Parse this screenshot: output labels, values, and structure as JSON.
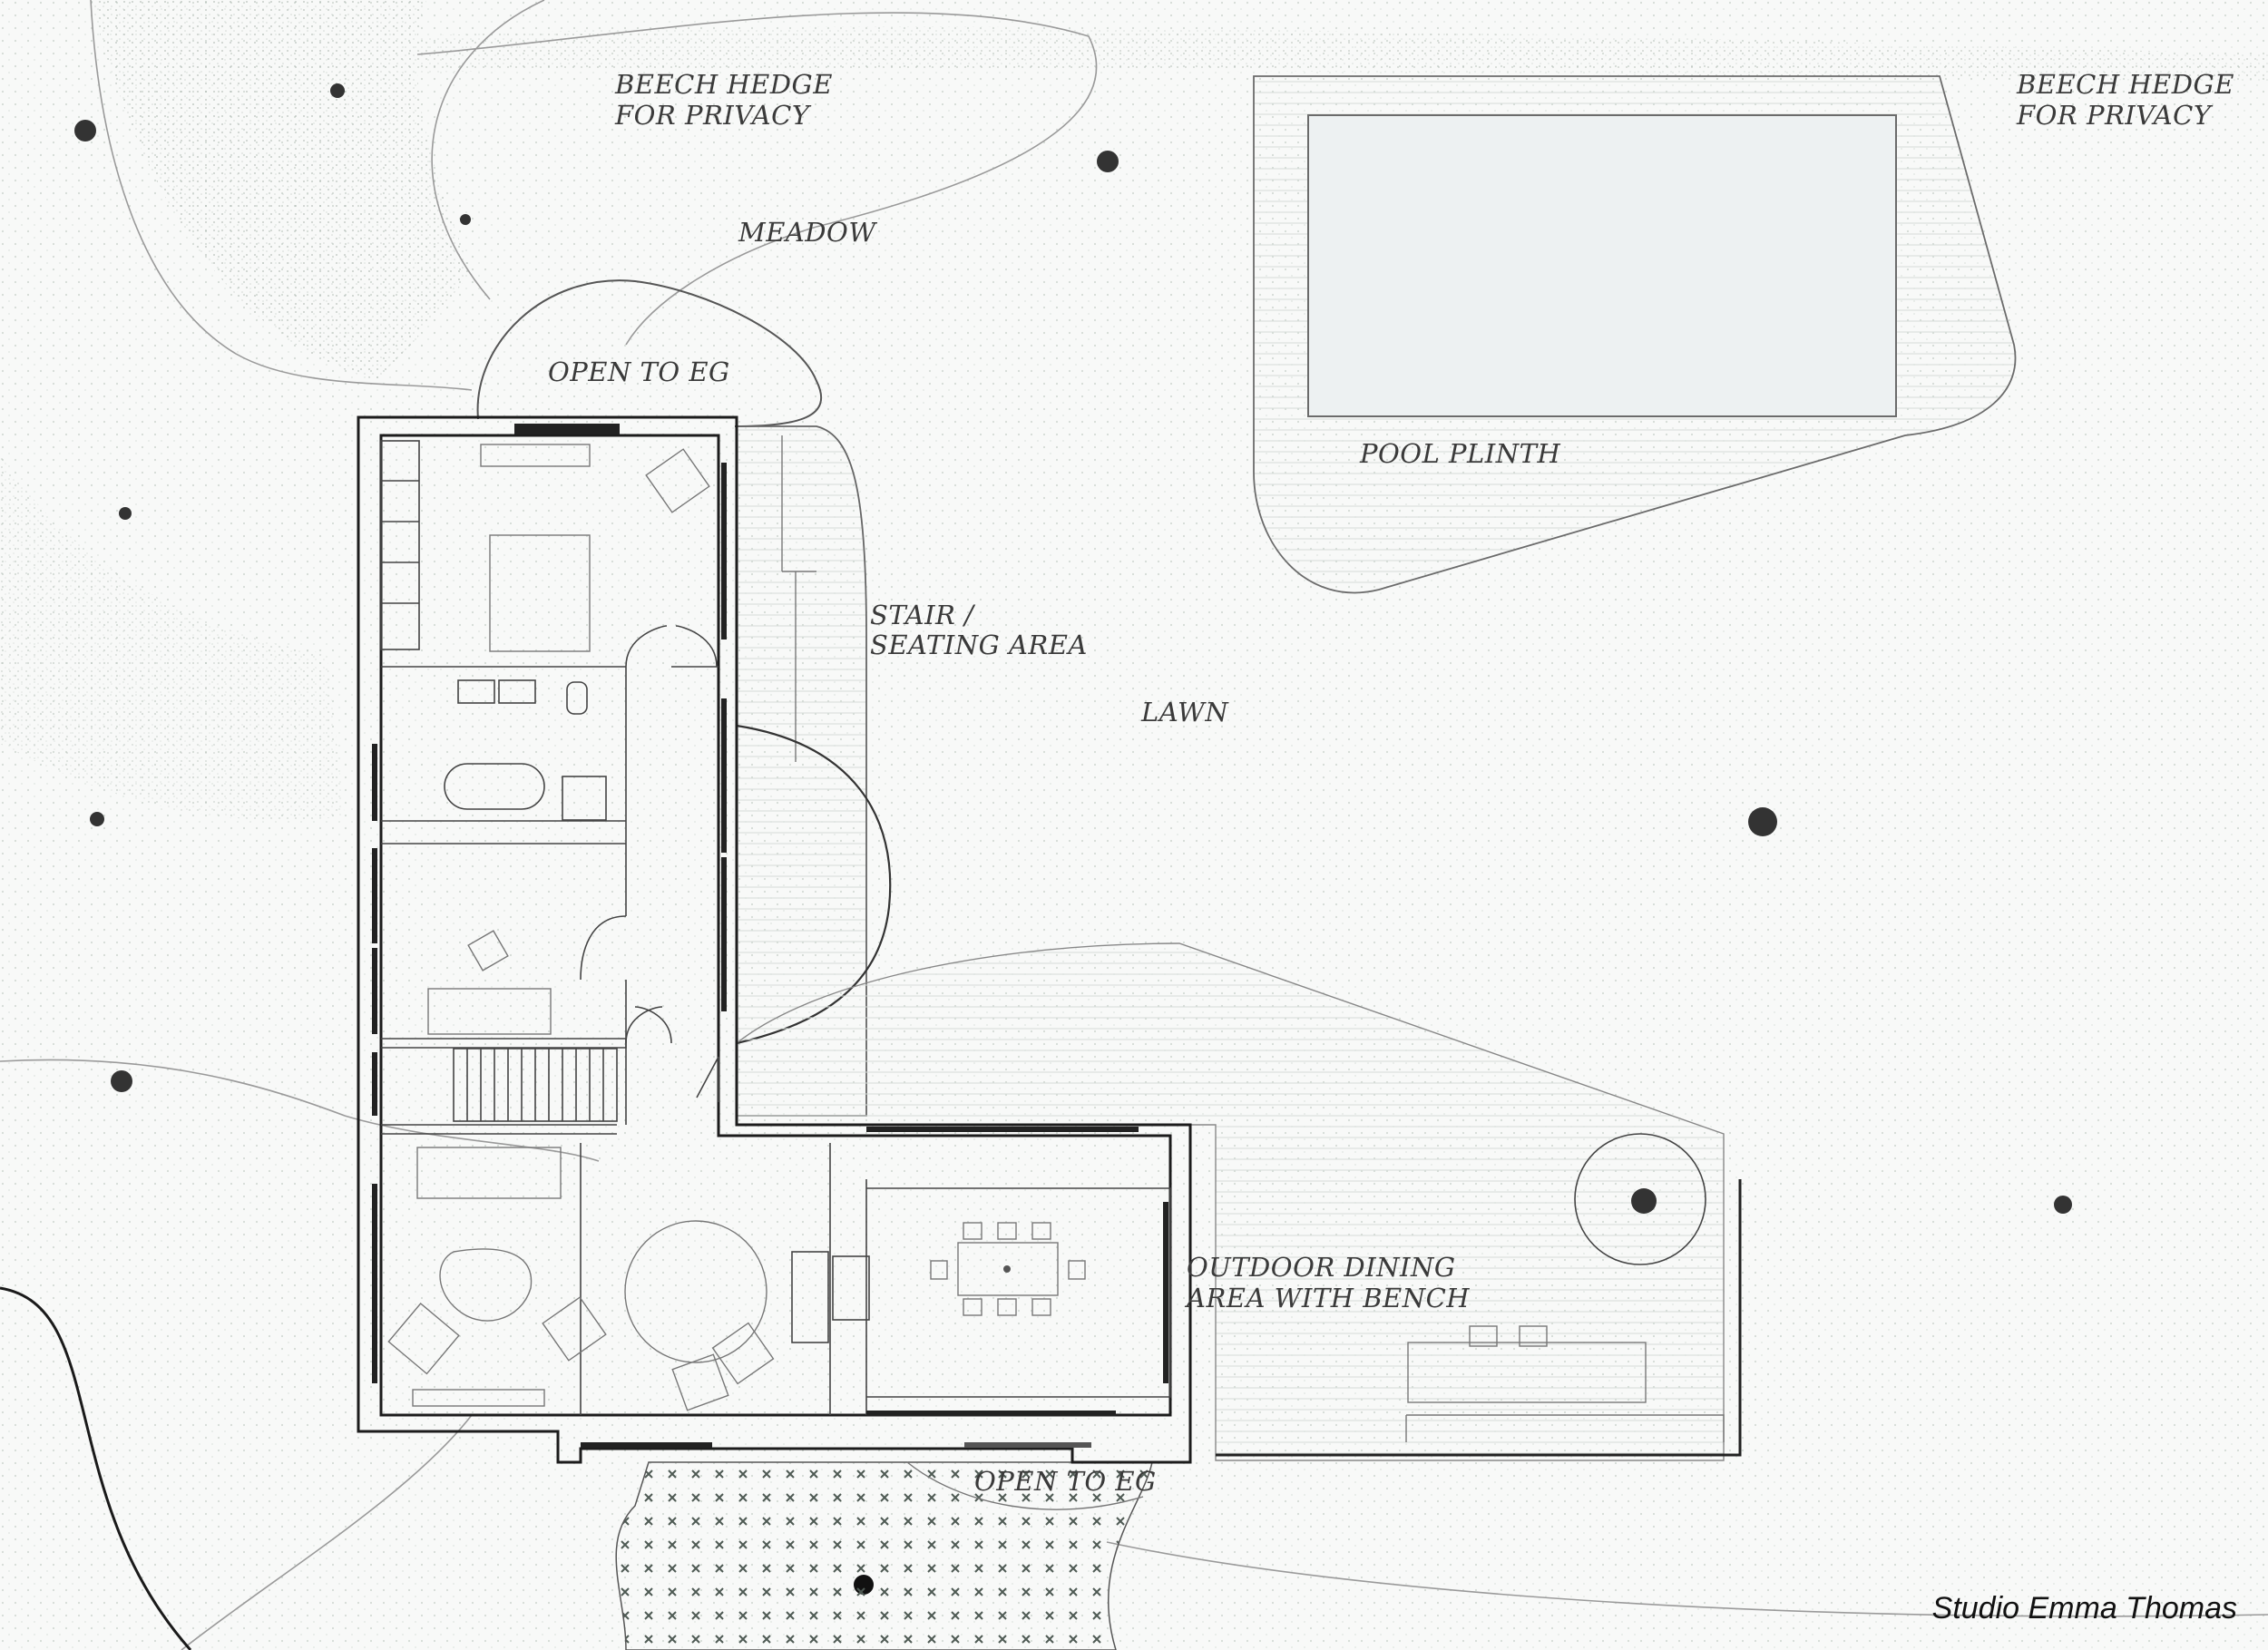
{
  "labels": {
    "hedge_left_1": "BEECH HEDGE",
    "hedge_left_2": "FOR PRIVACY",
    "hedge_right_1": "BEECH HEDGE",
    "hedge_right_2": "FOR PRIVACY",
    "meadow": "MEADOW",
    "open_top": "OPEN TO EG",
    "pool": "POOL PLINTH",
    "stair_1": "STAIR /",
    "stair_2": "SEATING AREA",
    "lawn": "LAWN",
    "dining_1": "OUTDOOR DINING",
    "dining_2": "AREA WITH BENCH",
    "open_bottom": "OPEN TO EG"
  },
  "credit": "Studio Emma Thomas",
  "colors": {
    "background": "#f8f9f8",
    "wall": "#1c1c1c",
    "pool_fill": "#edf1f2",
    "garden_hatch": "#c9d3cc",
    "crosshatch": "#5d6a63"
  }
}
